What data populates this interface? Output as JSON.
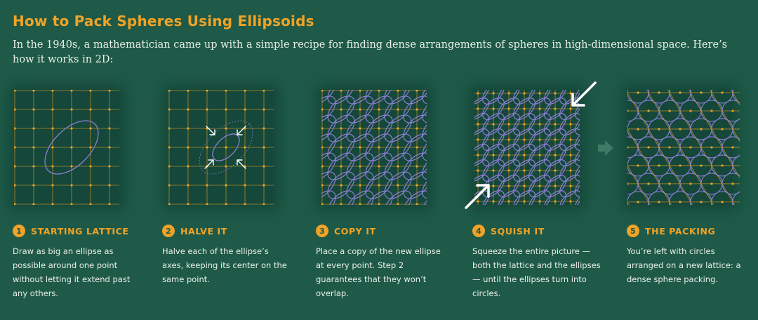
{
  "header": {
    "title": "How to Pack Spheres Using Ellipsoids",
    "intro": "In the 1940s, a mathematician came up with a simple recipe for finding dense arrangements of spheres in high-dimensional space. Here’s how it works in 2D:"
  },
  "steps": [
    {
      "number": "1",
      "title": "STARTING LATTICE",
      "description": "Draw as big an ellipse as possible around one point without letting it extend past any others."
    },
    {
      "number": "2",
      "title": "HALVE IT",
      "description": "Halve each of the ellipse’s axes, keeping its center on the same point."
    },
    {
      "number": "3",
      "title": "COPY IT",
      "description": "Place a copy of the new ellipse at every point. Step 2 guarantees that they won’t overlap."
    },
    {
      "number": "4",
      "title": "SQUISH IT",
      "description": "Squeeze the entire picture — both the lattice and the ellipses — until the ellipses turn into circles."
    },
    {
      "number": "5",
      "title": "THE PACKING",
      "description": "You’re left with circles arranged on a new lattice: a dense sphere packing."
    }
  ],
  "colors": {
    "background": "#1f5a48",
    "panel": "#15483a",
    "lattice": "#f0a326",
    "ellipse": "#8c7fd6",
    "text": "#e9efe9",
    "arrow": "#ffffff",
    "next_arrow": "#3f7a67"
  },
  "icons": [
    "squeeze-arrow-icon",
    "next-step-arrow-icon"
  ]
}
